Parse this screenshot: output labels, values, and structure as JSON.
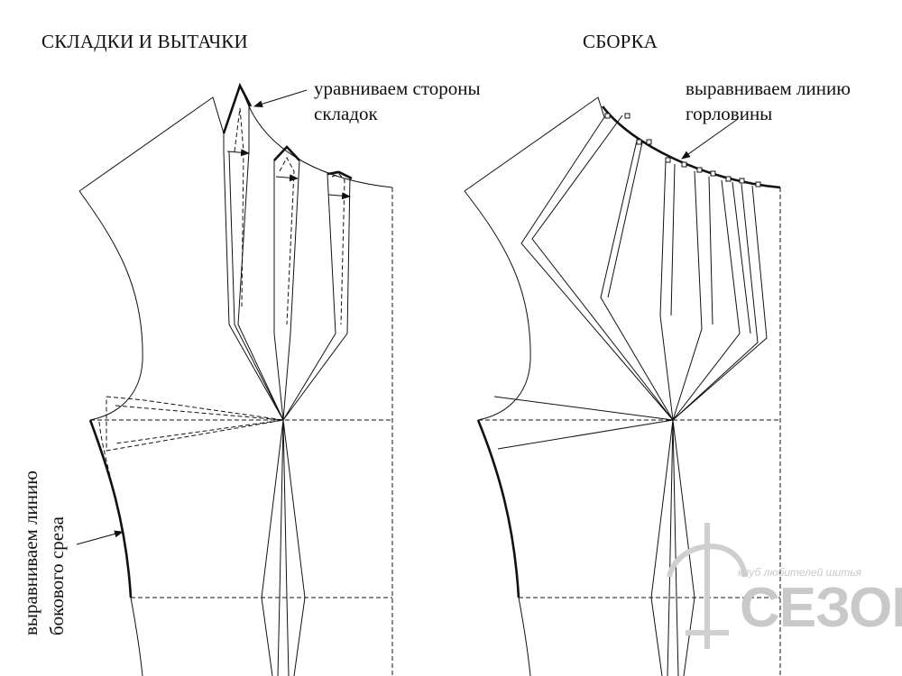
{
  "left_panel": {
    "title": "СКЛАДКИ И ВЫТАЧКИ",
    "note_top": [
      "уравниваем стороны",
      "складок"
    ],
    "note_side": [
      "выравниваем линию",
      "бокового среза"
    ]
  },
  "right_panel": {
    "title": "СБОРКА",
    "note_top": [
      "выравниваем линию",
      "горловины"
    ]
  },
  "watermark": {
    "small_text": "клуб любителей шитья",
    "brand": "СЕЗОН"
  }
}
